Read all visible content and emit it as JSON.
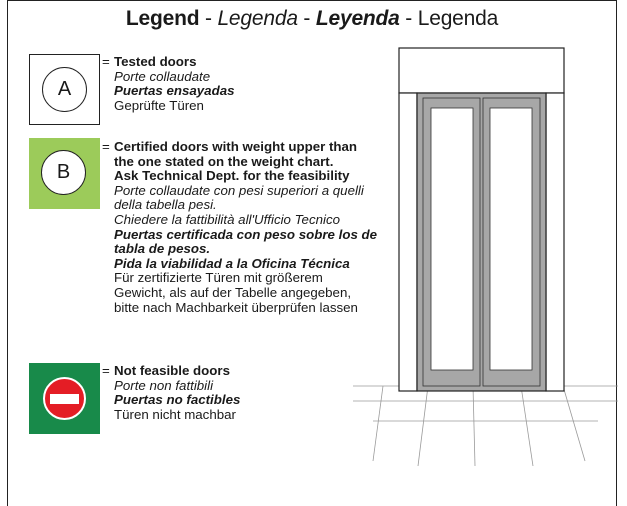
{
  "title": {
    "en": "Legend",
    "sep1": " - ",
    "it": "Legenda",
    "sep2": " - ",
    "es": "Leyenda",
    "sep3": " - ",
    "de": "Legenda"
  },
  "legend": [
    {
      "symbol": "A",
      "symbol_color": "#ffffff",
      "equals": "=",
      "lines": [
        {
          "style": "b",
          "text": "Tested doors"
        },
        {
          "style": "i",
          "text": "Porte collaudate"
        },
        {
          "style": "bi",
          "text": "Puertas ensayadas"
        },
        {
          "style": "n",
          "text": "Geprüfte Türen"
        }
      ]
    },
    {
      "symbol": "B",
      "symbol_color": "#9ccb5a",
      "equals": "=",
      "lines": [
        {
          "style": "b",
          "text": "Certified doors with weight upper than"
        },
        {
          "style": "b",
          "text": "the one stated on the weight chart."
        },
        {
          "style": "b",
          "text": "Ask Technical Dept. for the feasibility"
        },
        {
          "style": "i",
          "text": "Porte collaudate con pesi superiori a quelli"
        },
        {
          "style": "i",
          "text": "della tabella pesi."
        },
        {
          "style": "i",
          "text": "Chiedere la fattibilità all'Ufficio Tecnico"
        },
        {
          "style": "bi",
          "text": "Puertas certificada con peso sobre los de"
        },
        {
          "style": "bi",
          "text": "tabla de pesos."
        },
        {
          "style": "bi",
          "text": "Pida la viabilidad a la Oficina Técnica"
        },
        {
          "style": "n",
          "text": "Für zertifizierte Türen mit größerem"
        },
        {
          "style": "n",
          "text": "Gewicht, als auf der Tabelle angegeben,"
        },
        {
          "style": "n",
          "text": "bitte nach Machbarkeit überprüfen lassen"
        }
      ]
    },
    {
      "symbol_icon": "no-entry-icon",
      "symbol_color": "#188a4a",
      "icon_color": "#e41d25",
      "equals": "=",
      "lines": [
        {
          "style": "b",
          "text": "Not feasible doors"
        },
        {
          "style": "i",
          "text": "Porte non fattibili"
        },
        {
          "style": "bi",
          "text": "Puertas no factibles"
        },
        {
          "style": "n",
          "text": "Türen nicht machbar"
        }
      ]
    }
  ]
}
